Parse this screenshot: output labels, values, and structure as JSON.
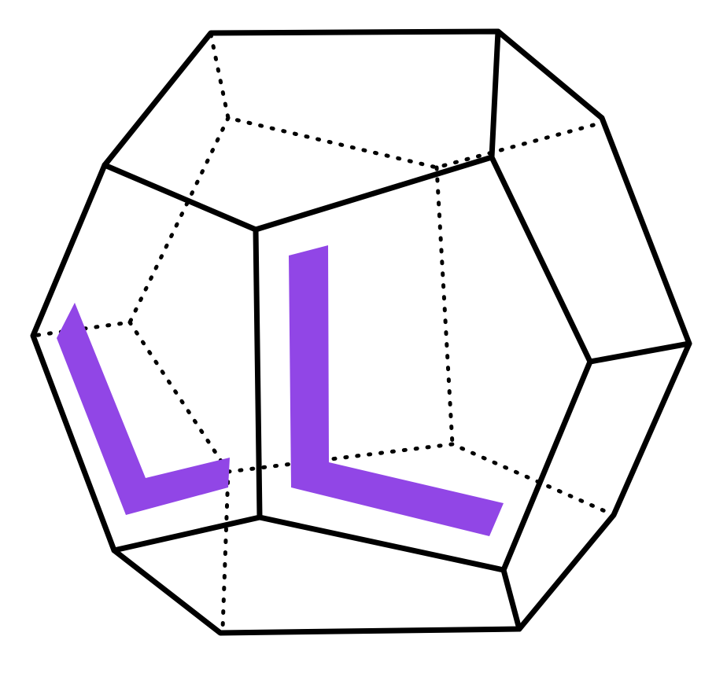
{
  "figure": {
    "subject": "dodecahedron",
    "edge_color": "#000000",
    "marker_color": "#9146E6",
    "background_color": "#ffffff",
    "markers": [
      {
        "shape": "L",
        "face": "front-left"
      },
      {
        "shape": "L",
        "face": "front-center"
      }
    ]
  }
}
